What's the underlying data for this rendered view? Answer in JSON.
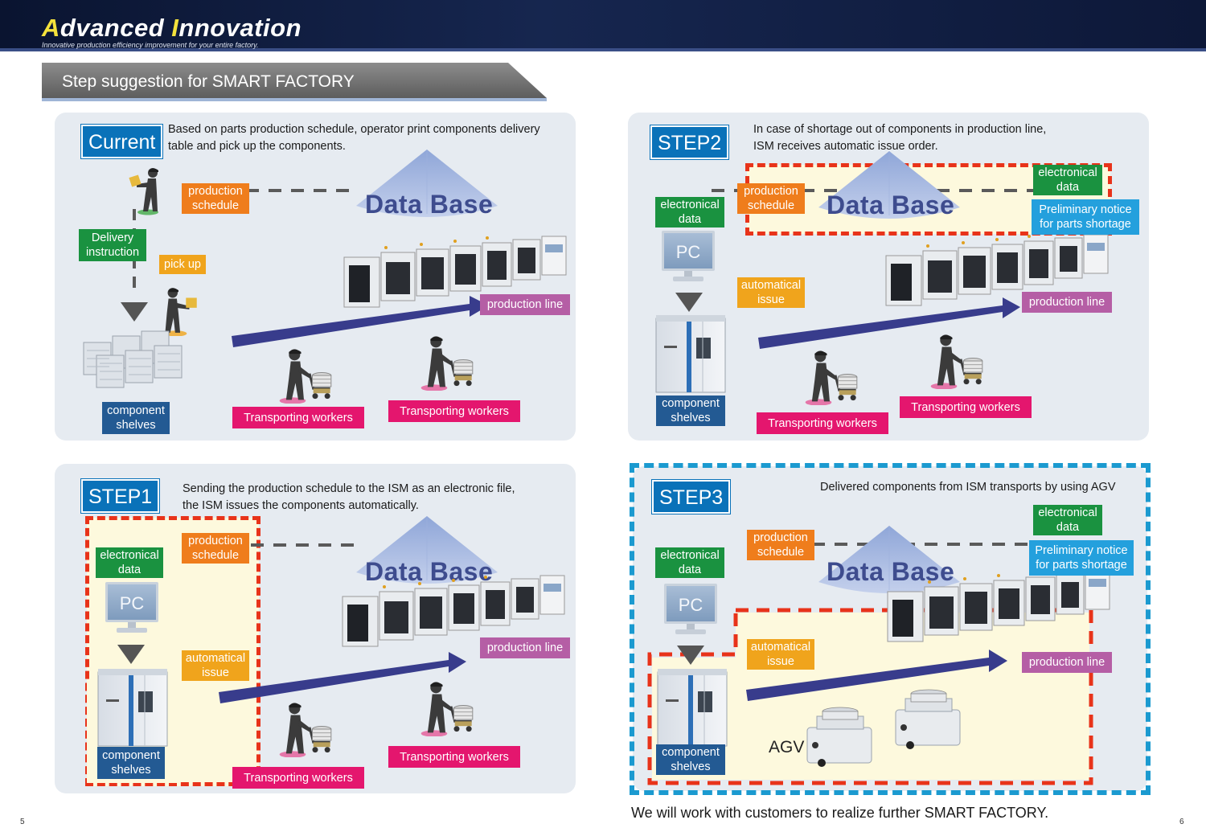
{
  "header": {
    "brand_first": "A",
    "brand_mid1": "dvanced ",
    "brand_second": "I",
    "brand_mid2": "nnovation",
    "subtitle": "Innovative production efficiency improvement for your entire factory.",
    "banner": "Step suggestion for  SMART FACTORY"
  },
  "colors": {
    "panel_bg": "#e6ebf1",
    "step_label": "#0a72b9",
    "production_schedule": "#ef7d1c",
    "electronical_data": "#1a9240",
    "pickup_issue": "#f0a41c",
    "production_line": "#b55ea5",
    "transporting": "#e4166e",
    "component_shelves": "#235a93",
    "preliminary_notice": "#24a0dd",
    "highlight_dash": "#e8331a",
    "step3_border": "#1b9ad0",
    "flow_arrow": "#383c8c"
  },
  "panels": {
    "current": {
      "label": "Current",
      "desc_line1": "Based on parts production schedule, operator print components delivery",
      "desc_line2": "table and pick up the components.",
      "production_schedule": [
        "production",
        "schedule"
      ],
      "delivery_instruction": [
        "Delivery",
        "instruction"
      ],
      "pick_up": "pick up",
      "database": "Data Base",
      "production_line": "production line",
      "component_shelves": [
        "component",
        "shelves"
      ],
      "transporting_a": "Transporting workers",
      "transporting_b": "Transporting workers"
    },
    "step1": {
      "label": "STEP1",
      "desc_line1": "Sending the production schedule to the ISM as an electronic file,",
      "desc_line2": "the ISM issues the components automatically.",
      "production_schedule": [
        "production",
        "schedule"
      ],
      "electronical_data": [
        "electronical",
        "data"
      ],
      "pc": "PC",
      "automatical_issue": [
        "automatical",
        "issue"
      ],
      "database": "Data Base",
      "production_line": "production line",
      "component_shelves": [
        "component",
        "shelves"
      ],
      "transporting_a": "Transporting workers",
      "transporting_b": "Transporting workers"
    },
    "step2": {
      "label": "STEP2",
      "desc_line1": "In case of shortage out of components in production line,",
      "desc_line2": "ISM receives automatic issue order.",
      "production_schedule": [
        "production",
        "schedule"
      ],
      "electronical_data_left": [
        "electronical",
        "data"
      ],
      "electronical_data_right": [
        "electronical",
        "data"
      ],
      "preliminary_notice": [
        "Preliminary notice",
        "for parts shortage"
      ],
      "pc": "PC",
      "automatical_issue": [
        "automatical",
        "issue"
      ],
      "database": "Data Base",
      "production_line": "production line",
      "component_shelves": [
        "component",
        "shelves"
      ],
      "transporting_a": "Transporting workers",
      "transporting_b": "Transporting workers"
    },
    "step3": {
      "label": "STEP3",
      "desc_line1": "Delivered components from ISM transports by using AGV",
      "production_schedule": [
        "production",
        "schedule"
      ],
      "electronical_data_left": [
        "electronical",
        "data"
      ],
      "electronical_data_right": [
        "electronical",
        "data"
      ],
      "preliminary_notice": [
        "Preliminary notice",
        "for parts shortage"
      ],
      "pc": "PC",
      "automatical_issue": [
        "automatical",
        "issue"
      ],
      "database": "Data Base",
      "production_line": "production line",
      "component_shelves": [
        "component",
        "shelves"
      ],
      "agv": "AGV"
    }
  },
  "footer": {
    "closing": "We will work with customers to realize further SMART FACTORY.",
    "page_left": "5",
    "page_right": "6"
  }
}
